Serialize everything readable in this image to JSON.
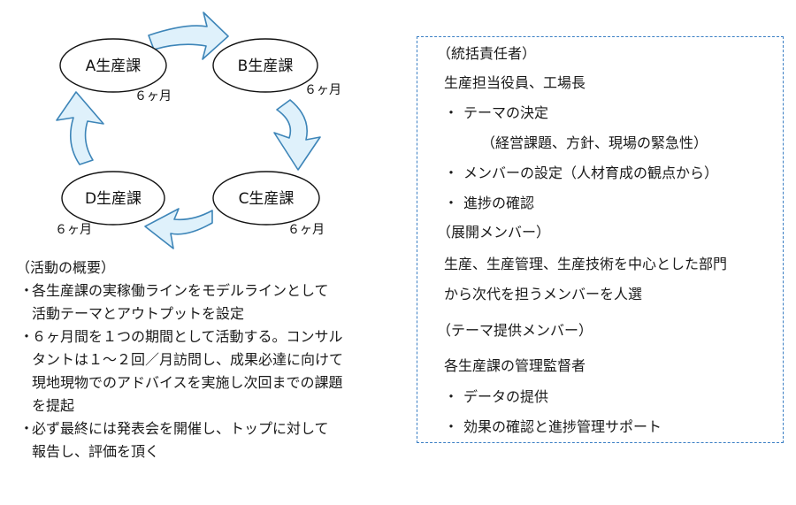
{
  "cycle": {
    "sections": [
      "A生産課",
      "B生産課",
      "C生産課",
      "D生産課"
    ],
    "period": "６ヶ月"
  },
  "overview": {
    "title": "（活動の概要）",
    "bullet_mark": "・",
    "items": [
      [
        "各生産課の実稼働ラインをモデルラインとして",
        "活動テーマとアウトプットを設定"
      ],
      [
        "６ヶ月間を１つの期間として活動する。コンサル",
        "タントは１～２回／月訪問し、成果必達に向けて",
        "現地現物でのアドバイスを実施し次回までの課題",
        "を提起"
      ],
      [
        "必ず最終には発表会を開催し、トップに対して",
        "報告し、評価を頂く"
      ]
    ]
  },
  "organization": {
    "bullet_mark": "・",
    "responsible": {
      "heading": "（統括責任者）",
      "persons": "生産担当役員、工場長",
      "duties": [
        "テーマの決定",
        "メンバーの設定（人材育成の観点から）",
        "進捗の確認"
      ],
      "duty_note": "（経営課題、方針、現場の緊急性）"
    },
    "members": {
      "heading": "（展開メンバー）",
      "lines": [
        "生産、生産管理、生産技術を中心とした部門",
        "から次代を担うメンバーを人選"
      ]
    },
    "theme_providers": {
      "heading": "（テーマ提供メンバー）",
      "persons": "各生産課の管理監督者",
      "duties": [
        "データの提供",
        "効果の確認と進捗管理サポート"
      ]
    }
  }
}
